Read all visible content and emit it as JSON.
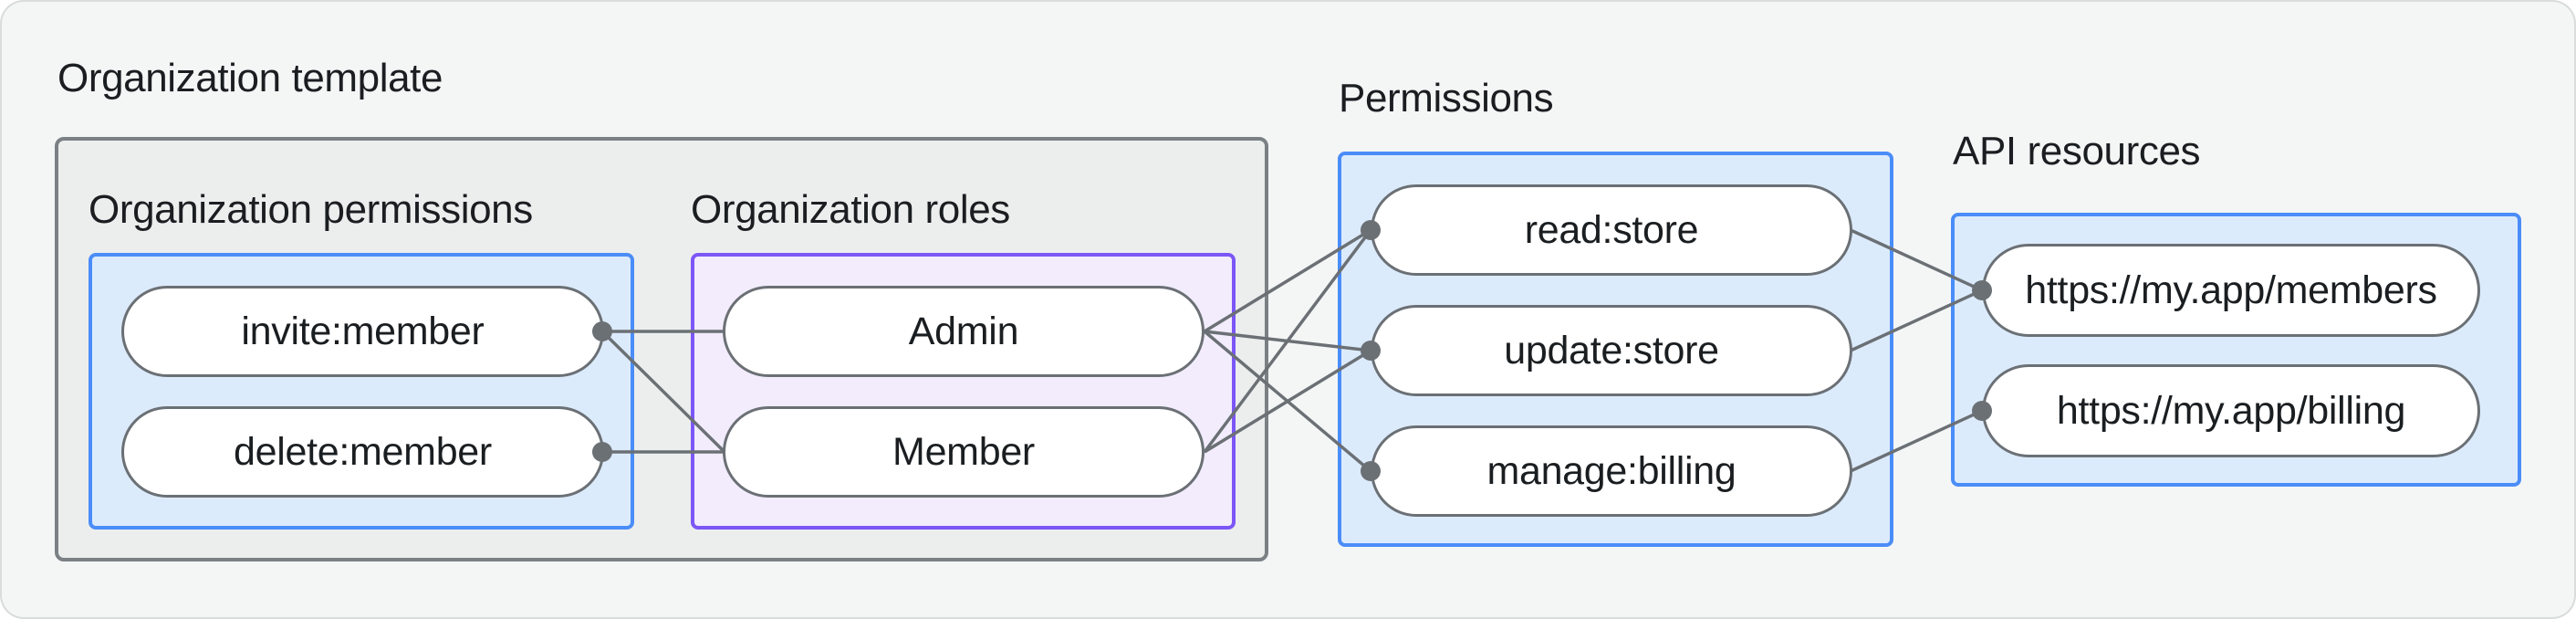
{
  "diagram": {
    "org_template": {
      "label": "Organization template",
      "org_permissions": {
        "label": "Organization permissions",
        "nodes": [
          "invite:member",
          "delete:member"
        ]
      },
      "org_roles": {
        "label": "Organization roles",
        "nodes": [
          "Admin",
          "Member"
        ]
      }
    },
    "permissions": {
      "label": "Permissions",
      "nodes": [
        "read:store",
        "update:store",
        "manage:billing"
      ]
    },
    "api_resources": {
      "label": "API resources",
      "nodes": [
        "https://my.app/members",
        "https://my.app/billing"
      ]
    },
    "edges": [
      {
        "from": "invite:member",
        "to": "Admin"
      },
      {
        "from": "invite:member",
        "to": "Member"
      },
      {
        "from": "delete:member",
        "to": "Member"
      },
      {
        "from": "Admin",
        "to": "read:store"
      },
      {
        "from": "Admin",
        "to": "update:store"
      },
      {
        "from": "Admin",
        "to": "manage:billing"
      },
      {
        "from": "Member",
        "to": "read:store"
      },
      {
        "from": "Member",
        "to": "update:store"
      },
      {
        "from": "read:store",
        "to": "https://my.app/members"
      },
      {
        "from": "update:store",
        "to": "https://my.app/members"
      },
      {
        "from": "manage:billing",
        "to": "https://my.app/billing"
      }
    ],
    "colors": {
      "canvas_bg": "#f4f6f6",
      "template_box_bg": "#eceeee",
      "template_box_border": "#7b8084",
      "blue_box_bg": "#dcebfc",
      "blue_box_border": "#4b8df8",
      "purple_box_bg": "#f2ecfd",
      "purple_box_border": "#7c56f6",
      "node_border": "#6b7075",
      "edge_color": "#6b7075",
      "text_color": "#1b1e21"
    }
  }
}
